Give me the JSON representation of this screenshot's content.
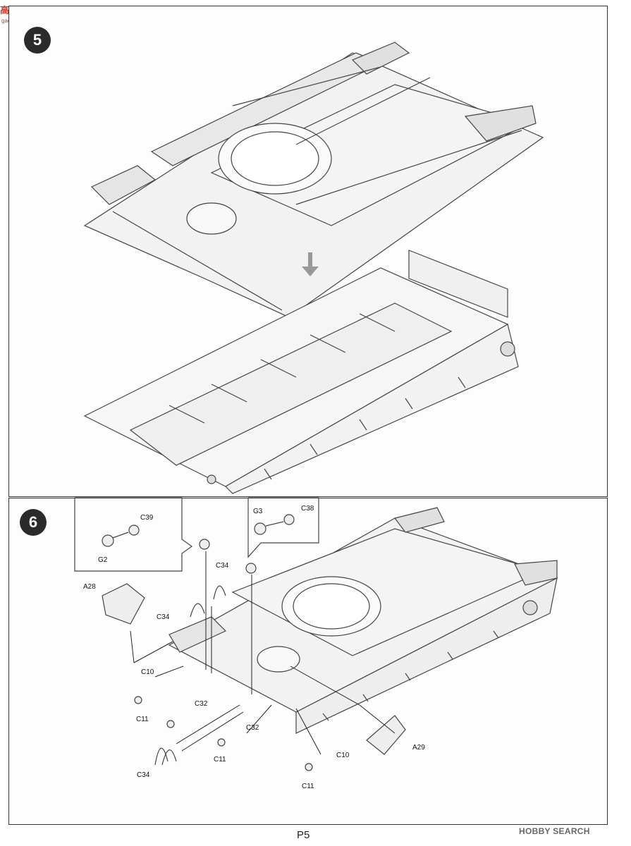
{
  "site_logo": {
    "text": "高玩网",
    "subtext": "gao-shou.com"
  },
  "steps": [
    {
      "number": "5"
    },
    {
      "number": "6"
    }
  ],
  "part_labels": {
    "c39": "C39",
    "g2": "G2",
    "g3": "G3",
    "c38": "C38",
    "c34_a": "C34",
    "c34_b": "C34",
    "c34_c": "C34",
    "a28": "A28",
    "a29": "A29",
    "c10_a": "C10",
    "c10_b": "C10",
    "c11_a": "C11",
    "c11_b": "C11",
    "c11_c": "C11",
    "c32_a": "C32",
    "c32_b": "C32"
  },
  "page_number": "P5",
  "watermark": "HOBBY SEARCH"
}
